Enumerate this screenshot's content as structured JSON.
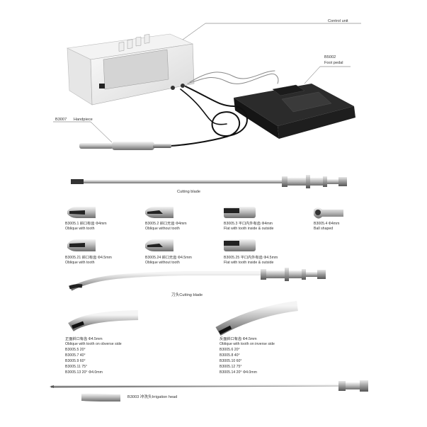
{
  "labels": {
    "control_unit": "Control unit",
    "foot_pedal_code": "B5002",
    "foot_pedal": "Foot pedal",
    "handpiece_code": "B3007",
    "handpiece": "Handpiece",
    "cutting_blade": "Cutting blade",
    "cutting_blade_cn": "刀头Cutting blade",
    "irrigation_head": "B3003 冲洗头Irrigation head"
  },
  "tips_row1": [
    {
      "code": "B3005.1 斜口有齿   Φ4mm",
      "desc": "Oblique with tooth"
    },
    {
      "code": "B3005.2 斜口无齿   Φ4mm",
      "desc": "Oblique without tooth"
    },
    {
      "code": "B3005.3 平口内外有齿  Φ4mm",
      "desc": "Flat with tooth inside & outside"
    },
    {
      "code": "B3005.4          Φ4mm",
      "desc": "Ball shaped"
    }
  ],
  "tips_row2": [
    {
      "code": "B3005.21 斜口有齿  Φ4.5mm",
      "desc": "Oblique with tooth"
    },
    {
      "code": "B3005.24 斜口无齿  Φ4.5mm",
      "desc": "Oblique without tooth"
    },
    {
      "code": "B3005.25 平口内外有齿 Φ4.5mm",
      "desc": "Flat with tooth inside & outside"
    }
  ],
  "curved_left": {
    "title": "正面斜口有齿   Φ4.5mm",
    "subtitle": "Oblique with tooth on obverse side",
    "rows": [
      "B3005.5     20°",
      "B3005.7     40°",
      "B3005.9     60°",
      "B3005.11    75°",
      "B3005.13   20°   Φ4.0mm"
    ]
  },
  "curved_right": {
    "title": "反面斜口有齿   Φ4.5mm",
    "subtitle": "Oblique with tooth on inverse side",
    "rows": [
      "B3005.6     20°",
      "B3005.8     40°",
      "B3005.10    60°",
      "B3005.12    75°",
      "B3005.14   20°   Φ4.0mm"
    ]
  },
  "control_panel_buttons": [
    "",
    "",
    "",
    ""
  ]
}
